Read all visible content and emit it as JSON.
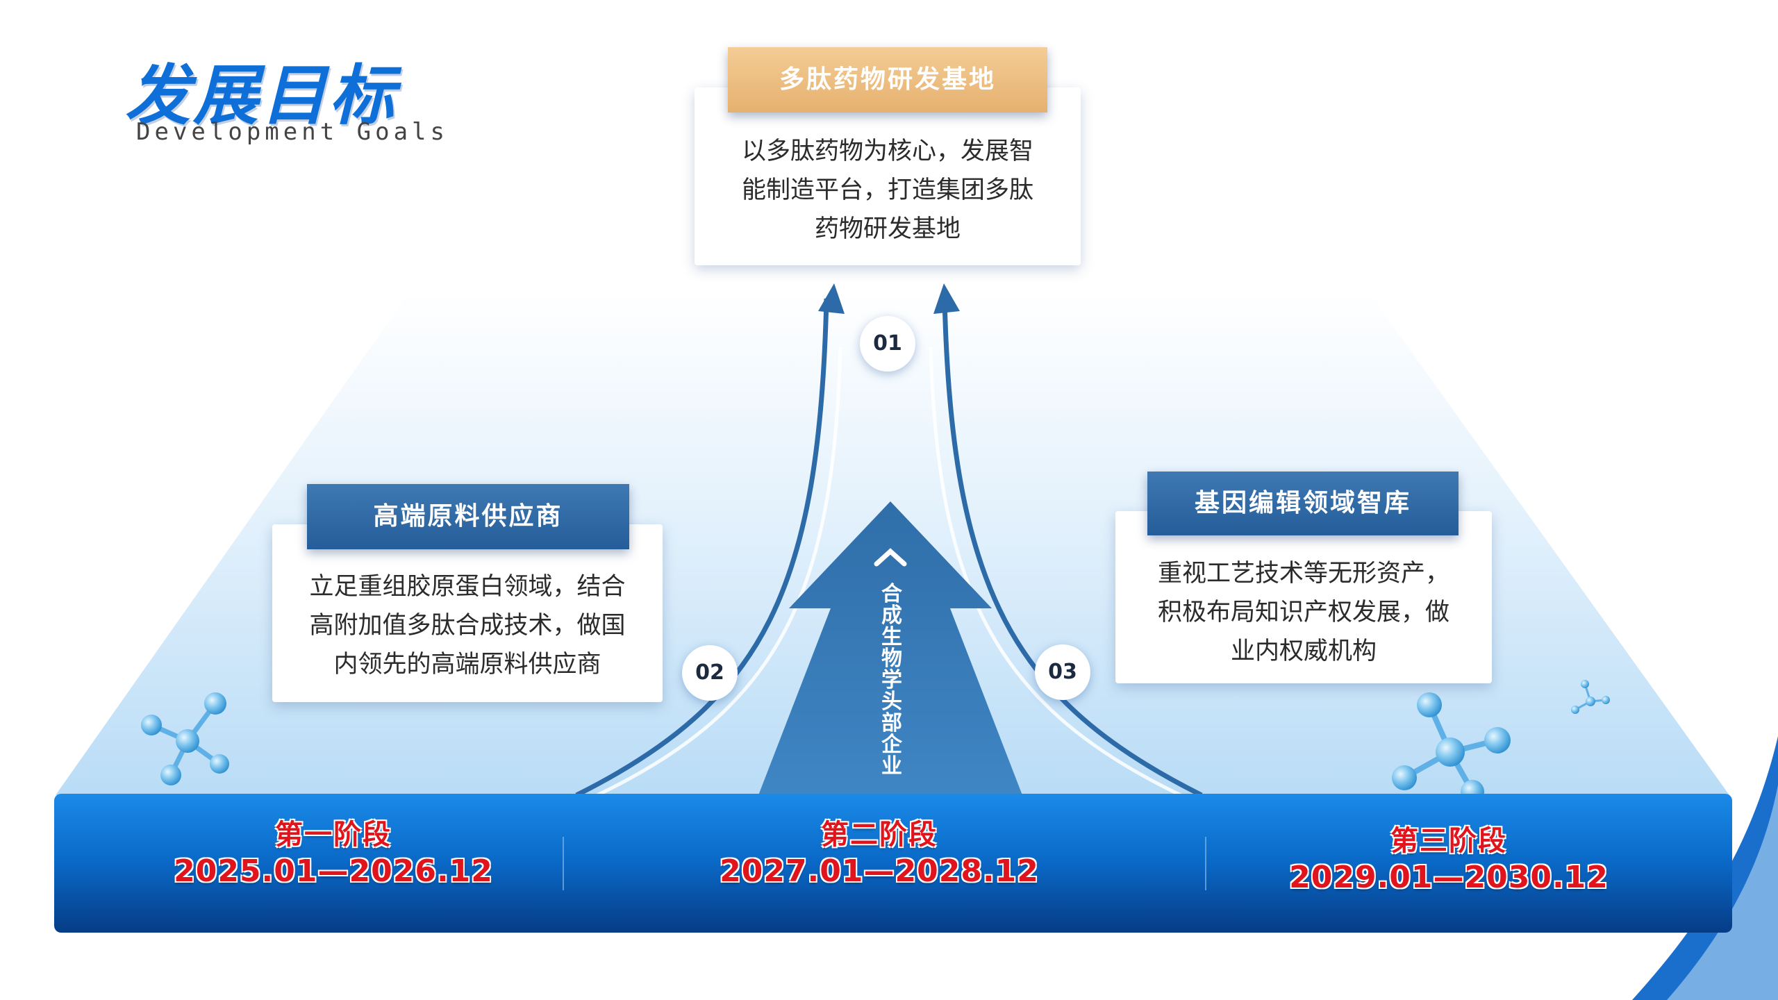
{
  "heading": {
    "title": "发展目标",
    "subtitle": "Development Goals"
  },
  "center": {
    "label": "合成生物学头部企业"
  },
  "goals": [
    {
      "number": "01",
      "title": "多肽药物研发基地",
      "lines": [
        "以多肽药物为核心，发展智",
        "能制造平台，打造集团多肽",
        "药物研发基地"
      ]
    },
    {
      "number": "02",
      "title": "高端原料供应商",
      "lines": [
        "立足重组胶原蛋白领域，结合",
        "高附加值多肽合成技术，做国",
        "内领先的高端原料供应商"
      ]
    },
    {
      "number": "03",
      "title": "基因编辑领域智库",
      "lines": [
        "重视工艺技术等无形资产，",
        "积极布局知识产权发展，做",
        "业内权威机构"
      ]
    }
  ],
  "stages": [
    {
      "name": "第一阶段",
      "period": "2025.01—2026.12"
    },
    {
      "name": "第二阶段",
      "period": "2027.01—2028.12"
    },
    {
      "name": "第三阶段",
      "period": "2029.01—2030.12"
    }
  ],
  "colors": {
    "primary_blue": "#0e6fd8",
    "dark_blue": "#245d99",
    "gold": "#e6b16f",
    "stage_red": "#e0141c"
  }
}
